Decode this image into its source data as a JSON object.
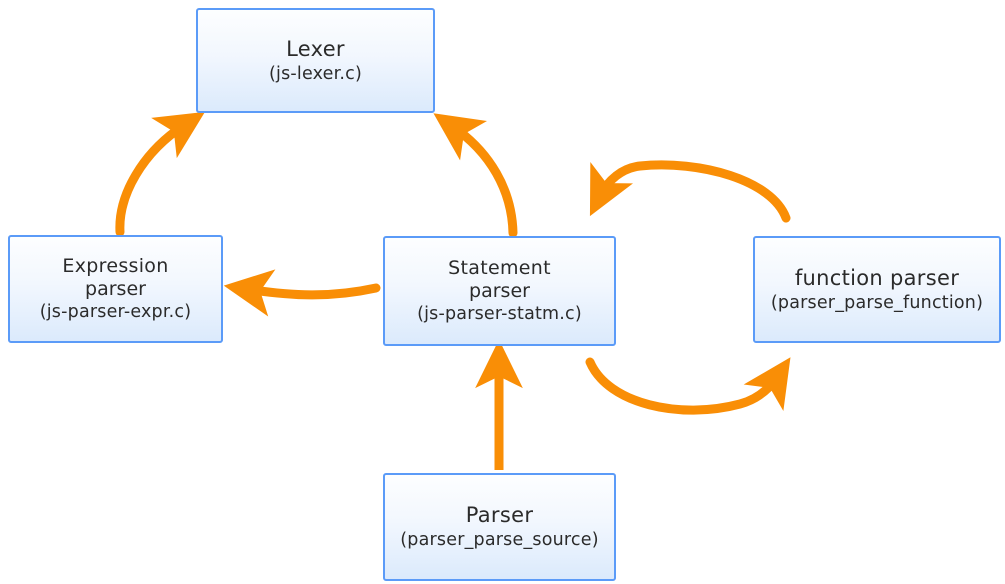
{
  "diagram": {
    "title_semantic": "javascript-parser-architecture",
    "accent_color": "#f98e06",
    "node_border_color": "#5b9bf8",
    "node_fill_top": "#fdfeff",
    "node_fill_bottom": "#dbeafc",
    "background": "#ffffff",
    "nodes": [
      {
        "id": "lexer",
        "title": "Lexer",
        "subtitle": "(js-lexer.c)"
      },
      {
        "id": "expression-parser",
        "title": "Expression",
        "title_2": "parser",
        "subtitle": "(js-parser-expr.c)"
      },
      {
        "id": "statement-parser",
        "title": "Statement",
        "title_2": "parser",
        "subtitle": "(js-parser-statm.c)"
      },
      {
        "id": "function-parser",
        "title": "function parser",
        "subtitle": "(parser_parse_function)"
      },
      {
        "id": "parser",
        "title": "Parser",
        "subtitle": "(parser_parse_source)"
      }
    ],
    "edges": [
      {
        "id": "expr-to-lexer",
        "from": "expression-parser",
        "to": "lexer",
        "style": "curved",
        "direction": "up-right"
      },
      {
        "id": "statement-to-lexer",
        "from": "statement-parser",
        "to": "lexer",
        "style": "curved",
        "direction": "up-left"
      },
      {
        "id": "statement-to-expr",
        "from": "statement-parser",
        "to": "expression-parser",
        "style": "curved",
        "direction": "left"
      },
      {
        "id": "function-to-statement",
        "from": "function-parser",
        "to": "statement-parser",
        "style": "arc-over",
        "direction": "down-left"
      },
      {
        "id": "statement-to-function",
        "from": "statement-parser",
        "to": "function-parser",
        "style": "arc-under",
        "direction": "up-right"
      },
      {
        "id": "parser-to-statement",
        "from": "parser",
        "to": "statement-parser",
        "style": "straight",
        "direction": "up"
      }
    ]
  }
}
